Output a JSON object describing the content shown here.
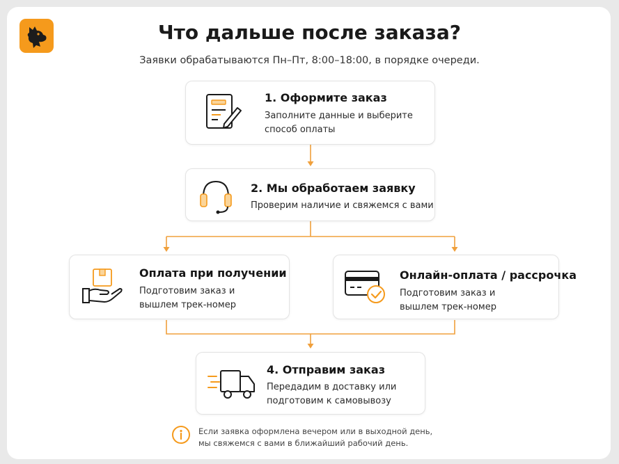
{
  "header": {
    "title": "Что дальше после заказа?",
    "subtitle": "Заявки обрабатываются Пн–Пт, 8:00–18:00, в порядке очереди."
  },
  "steps": [
    {
      "title": "1. Оформите заказ",
      "desc_line1": "Заполните данные и выберите",
      "desc_line2": "способ оплаты",
      "icon": "document-pen-icon"
    },
    {
      "title": "2. Мы обработаем заявку",
      "desc_line1": "Проверим наличие и свяжемся с вами",
      "desc_line2": "",
      "icon": "headset-icon"
    },
    {
      "title": "Оплата при получении",
      "desc_line1": "Подготовим заказ и",
      "desc_line2": "вышлем трек-номер",
      "icon": "hand-box-icon"
    },
    {
      "title": "Онлайн-оплата / рассрочка",
      "desc_line1": "Подготовим заказ и",
      "desc_line2": "вышлем трек-номер",
      "icon": "card-check-icon"
    },
    {
      "title": "4. Отправим заказ",
      "desc_line1": "Передадим в доставку или",
      "desc_line2": "подготовим к самовывозу",
      "icon": "truck-icon"
    }
  ],
  "note": {
    "line1": "Если заявка оформлена вечером или в выходной день,",
    "line2": "мы свяжемся с вами в ближайший рабочий день."
  },
  "colors": {
    "accent": "#f59a1c",
    "text": "#1a1a1a"
  }
}
